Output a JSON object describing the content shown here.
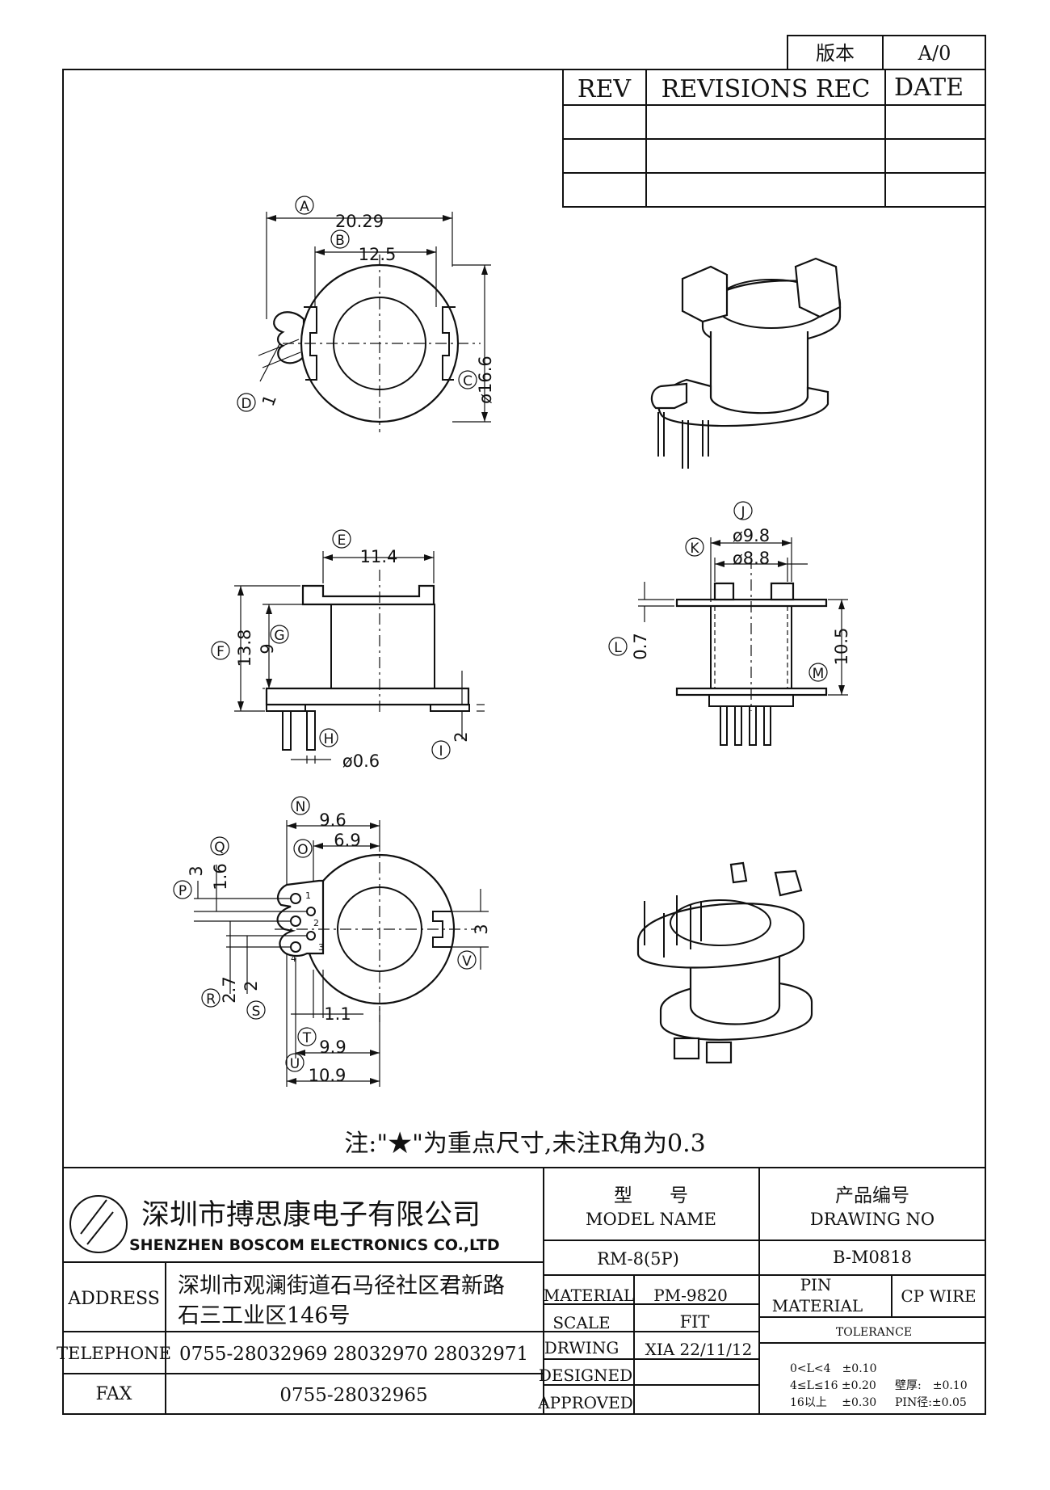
{
  "version_box": {
    "label": "版本",
    "value": "A/0"
  },
  "revisions": {
    "rev_header": "REV",
    "rec_header": "REVISIONS REC",
    "date_header": "DATE"
  },
  "dimensions": {
    "A": {
      "tag": "A",
      "value": "20.29"
    },
    "B": {
      "tag": "B",
      "value": "12.5"
    },
    "C": {
      "tag": "C",
      "value": "ø16.6"
    },
    "D": {
      "tag": "D",
      "value": "1"
    },
    "E": {
      "tag": "E",
      "value": "11.4"
    },
    "F": {
      "tag": "F",
      "value": "13.8"
    },
    "G": {
      "tag": "G",
      "value": "9"
    },
    "H": {
      "tag": "H",
      "value": "ø0.6"
    },
    "I": {
      "tag": "I",
      "value": "2"
    },
    "J": {
      "tag": "J",
      "value": "ø9.8"
    },
    "K": {
      "tag": "K",
      "value": "ø8.8"
    },
    "L": {
      "tag": "L",
      "value": "0.7"
    },
    "M": {
      "tag": "M",
      "value": "10.5"
    },
    "N": {
      "tag": "N",
      "value": "9.6"
    },
    "O": {
      "tag": "O",
      "value": "6.9"
    },
    "P": {
      "tag": "P",
      "value": "3"
    },
    "Q": {
      "tag": "Q",
      "value": "1.6"
    },
    "R": {
      "tag": "R",
      "value": "2.7"
    },
    "S": {
      "tag": "S",
      "value": "2"
    },
    "T": {
      "tag": "T",
      "value": "9.9"
    },
    "U": {
      "tag": "U",
      "value": "10.9"
    },
    "V": {
      "tag": "V",
      "value": "3"
    },
    "W": {
      "value": "1.1"
    }
  },
  "note": "注:\"★\"为重点尺寸,未注R角为0.3",
  "company": {
    "name_cn": "深圳市搏思康电子有限公司",
    "name_en": "SHENZHEN BOSCOM ELECTRONICS CO.,LTD",
    "address_label": "ADDRESS",
    "address_line1": "深圳市观澜街道石马径社区君新路",
    "address_line2": "石三工业区146号",
    "telephone_label": "TELEPHONE",
    "telephone": "0755-28032969 28032970 28032971",
    "fax_label": "FAX",
    "fax": "0755-28032965"
  },
  "title_block": {
    "model_cn": "型　　号",
    "model_en": "MODEL NAME",
    "model_value": "RM-8(5P)",
    "drawing_cn": "产品编号",
    "drawing_en": "DRAWING NO",
    "drawing_value": "B-M0818",
    "material_label": "MATERIAL",
    "material_value": "PM-9820",
    "scale_label": "SCALE",
    "scale_value": "FIT",
    "drwing_label": "DRWING",
    "drwing_value": "XIA 22/11/12",
    "designed_label": "DESIGNED",
    "approved_label": "APPROVED",
    "pin_material_line1": "PIN",
    "pin_material_line2": "MATERIAL",
    "pin_material_value": "CP WIRE",
    "tolerance_label": "TOLERANCE",
    "tol1": "0<L<4　±0.10",
    "tol2": "4≤L≤16 ±0.20",
    "tol2b": "壁厚:　±0.10",
    "tol3": "16以上　 ±0.30",
    "tol3b": "PIN径:±0.05"
  },
  "pin_numbers": [
    "1",
    "2",
    "3",
    "4"
  ]
}
